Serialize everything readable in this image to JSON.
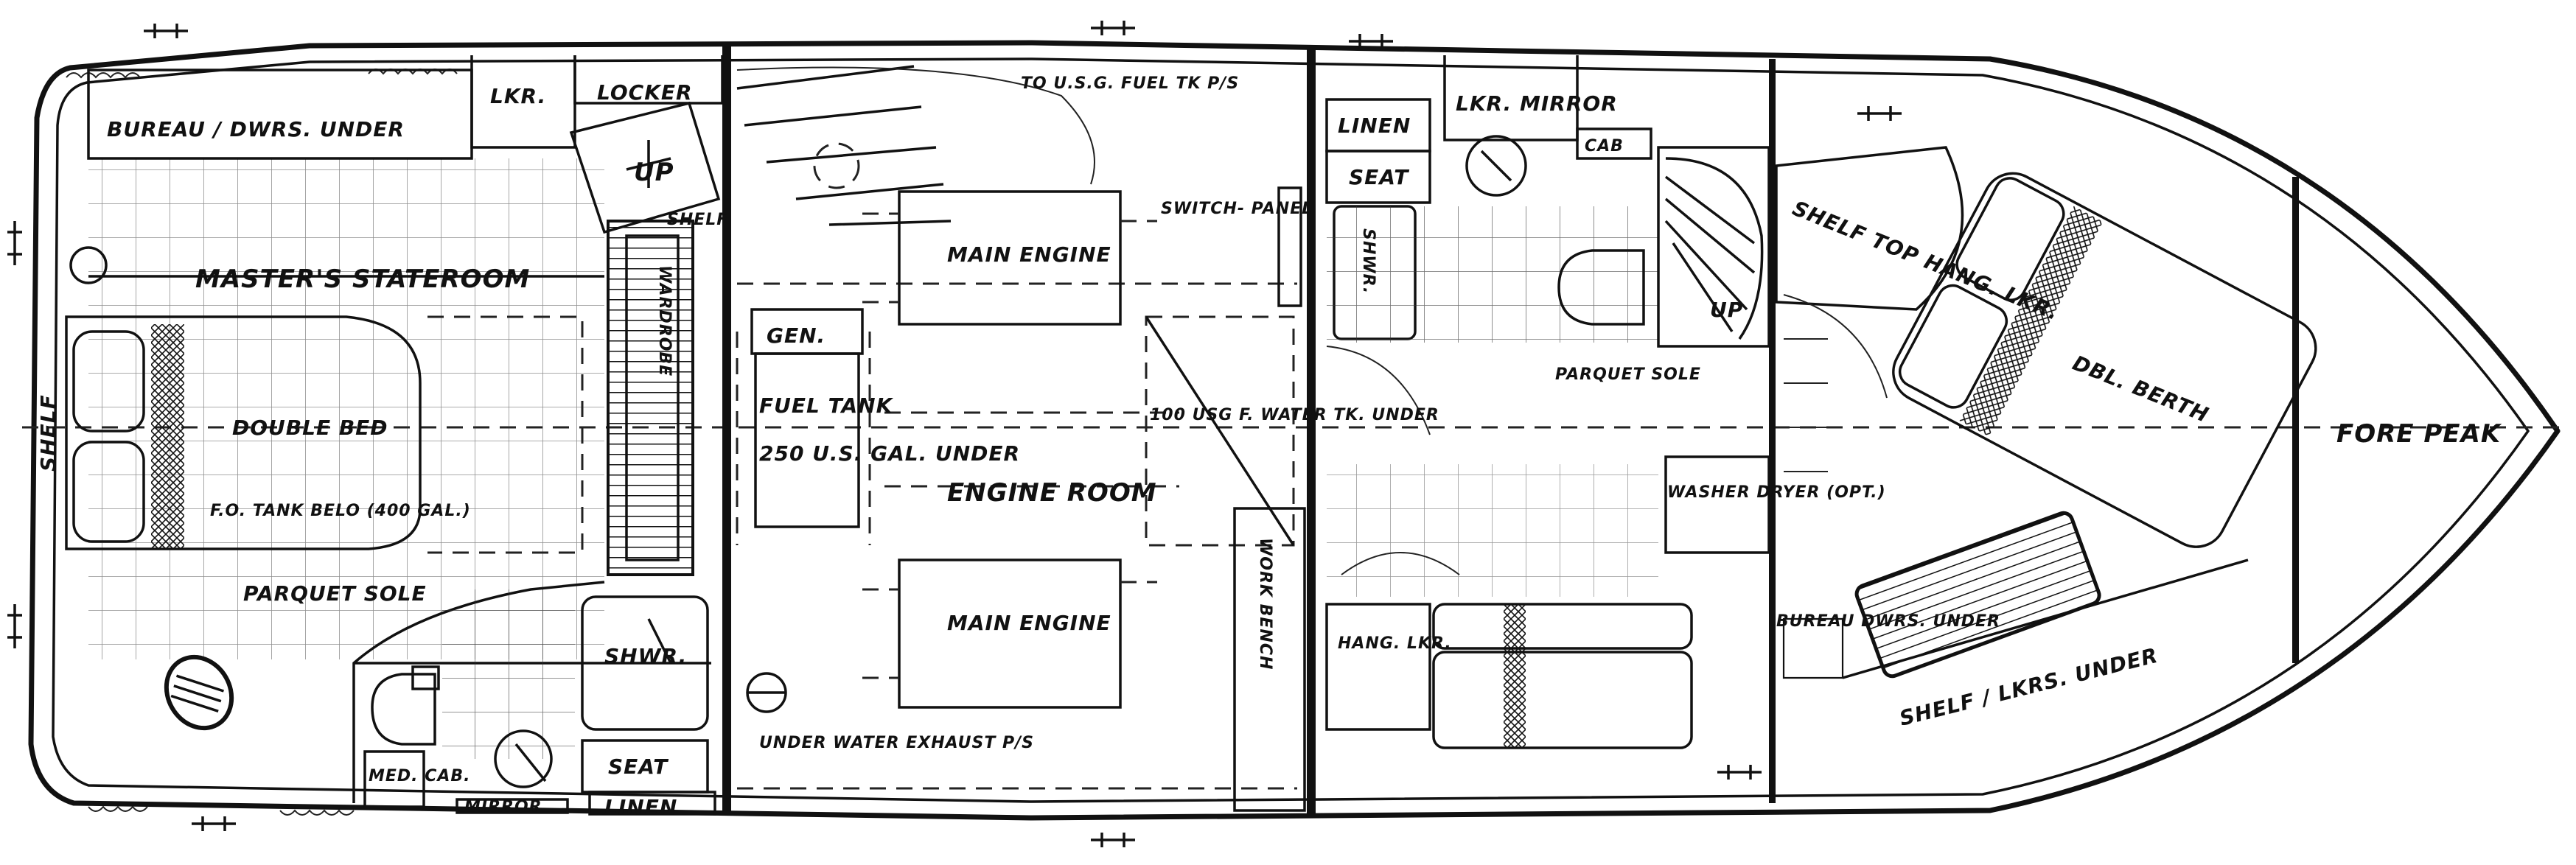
{
  "labels": {
    "bureau": "BUREAU / DWRS. UNDER",
    "lkr_aft": "LKR.",
    "locker": "LOCKER",
    "up_aft": "UP",
    "shelf_small": "SHELF",
    "masters_stateroom": "MASTER'S STATEROOM",
    "shelf_stern": "SHELF",
    "double_bed": "DOUBLE BED",
    "fo_tank": "F.O. TANK BELO (400 GAL.)",
    "parquet_sole_aft": "PARQUET SOLE",
    "wardrobe": "WARDROBE",
    "shwr_aft": "SHWR.",
    "seat_aft": "SEAT",
    "linen_aft": "LINEN",
    "med_cab": "MED. CAB.",
    "mirror_aft": "MIRROR",
    "fuel_to_tank": "TO U.S.G. FUEL TK P/S",
    "main_engine_top": "MAIN ENGINE",
    "gen": "GEN.",
    "fuel_tank": "FUEL TANK",
    "fuel_capacity": "250 U.S. GAL. UNDER",
    "engine_room": "ENGINE ROOM",
    "main_engine_bottom": "MAIN ENGINE",
    "underwater_exhaust": "UNDER WATER EXHAUST P/S",
    "switch_panel": "SWITCH- PANEL",
    "water_tank": "100 USG F. WATER TK. UNDER",
    "work_bench": "WORK BENCH",
    "linen_fwd": "LINEN",
    "lkr_mirror": "LKR. MIRROR",
    "cab": "CAB",
    "seat_fwd": "SEAT",
    "shwr_fwd": "SHWR.",
    "up_fwd": "UP",
    "parquet_sole_fwd": "PARQUET SOLE",
    "washer_dryer": "WASHER DRYER (OPT.)",
    "hang_lkr": "HANG. LKR.",
    "shelf_top": "SHELF TOP HANG. LKR.",
    "dbl_berth": "DBL. BERTH",
    "fore_peak": "FORE PEAK",
    "bureau_dwrs_under": "BUREAU DWRS. UNDER",
    "shelf_lkrs_under": "SHELF / LKRS. UNDER"
  },
  "colors": {
    "ink": "#111111",
    "paper": "#ffffff"
  }
}
